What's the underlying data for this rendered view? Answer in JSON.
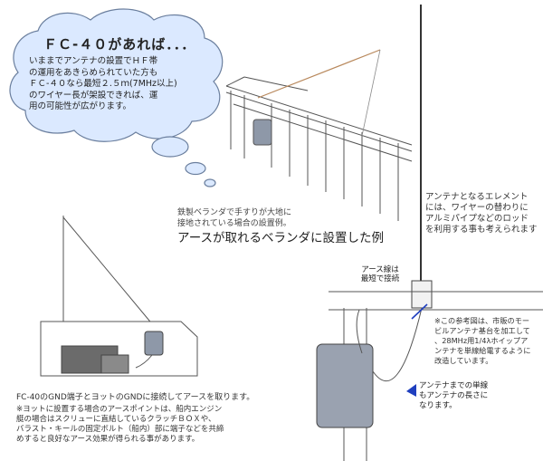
{
  "thought_bubble": {
    "title": "ＦＣ-４０があれば．．．",
    "body": "いままでアンテナの設置でＨＦ帯\nの運用をあきらめられていた方も\nＦＣ-４０なら最短２.５ｍ(7MHz以上)\nのワイヤー長が架設できれば、運\n用の可能性が広がります。"
  },
  "veranda": {
    "note": "鉄製ベランダで手すりが大地に\n接地されている場合の設置例。",
    "title": "アースが取れるベランダに設置した例"
  },
  "antenna_element": {
    "note": "アンテナとなるエレメント\nには、ワイヤーの替わりに\nアルミパイプなどのロッド\nを利用する事も考えられます"
  },
  "earth_wire": {
    "label": "アース線は\n最短で接続"
  },
  "remark": {
    "text": "※この参考図は、市販のモー\nビルアンテナ基台を加工して\n、28MHz用1/4λホイップア\nンテナを単線給電するように\n改造しています。"
  },
  "feed_wire": {
    "note": "アンテナまでの単線\nもアンテナの長さに\nなります。"
  },
  "yacht": {
    "caption": "FC-40のGND端子とヨットのGNDに接続してアースを取ります。",
    "note": "※ヨットに設置する場合のアースポイントは、船内エンジン\n艇の場合はスクリューに直結しているクラッチＢＯＸや、\nバラスト・キールの固定ボルト（船内）部に端子などを共締\nめすると良好なアース効果が得られる事があります。"
  },
  "colors": {
    "cloud_fill": "#dbe9ff",
    "cloud_stroke": "#6b7f9e",
    "arrow": "#1f3fbf",
    "line": "#333333"
  }
}
